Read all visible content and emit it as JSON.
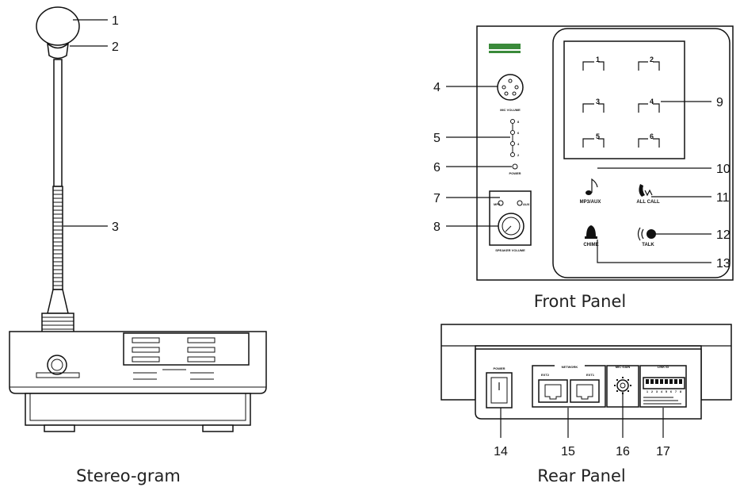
{
  "captions": {
    "stereogram": "Stereo-gram",
    "front_panel": "Front Panel",
    "rear_panel": "Rear Panel"
  },
  "callouts": [
    "1",
    "2",
    "3",
    "4",
    "5",
    "6",
    "7",
    "8",
    "9",
    "10",
    "11",
    "12",
    "13",
    "14",
    "15",
    "16",
    "17"
  ],
  "front_panel": {
    "mic_volume": "MIC VOLUME",
    "zone_leds": [
      "8",
      "6",
      "4",
      "2"
    ],
    "power_led": "POWER",
    "zone_keys": [
      "1",
      "2",
      "3",
      "4",
      "5",
      "6"
    ],
    "knob_left": "MP3",
    "knob_right": "AUX",
    "speaker_volume": "SPEAKER VOLUME",
    "mp3_aux": "MP3/AUX",
    "all_call": "ALL CALL",
    "chime": "CHIME",
    "talk": "TALK"
  },
  "rear_panel": {
    "power": "POWER",
    "network": "NETWORK",
    "ext2": "EXT2",
    "ext1": "EXT1",
    "mic_gain": "MIC GAIN",
    "link_id": "LINK ID",
    "dip_numbers": [
      "1",
      "2",
      "3",
      "4",
      "5",
      "6",
      "7",
      "8"
    ]
  }
}
